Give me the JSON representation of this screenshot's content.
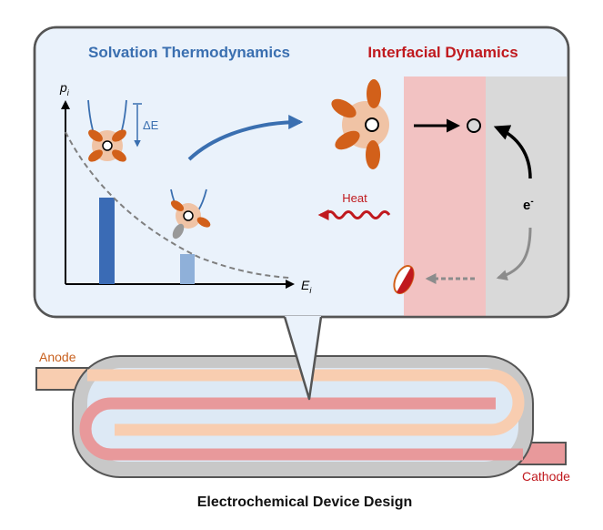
{
  "titles": {
    "solvation": "Solvation Thermodynamics",
    "interfacial": "Interfacial Dynamics",
    "device": "Electrochemical Device Design"
  },
  "axes": {
    "y": "p",
    "y_sub": "i",
    "x": "E",
    "x_sub": "i"
  },
  "labels": {
    "delta_e": "ΔE",
    "heat": "Heat",
    "electron": "e",
    "electron_sup": "-",
    "anode": "Anode",
    "cathode": "Cathode"
  },
  "colors": {
    "solvation_title": "#3a6fb0",
    "interfacial_title": "#c0191e",
    "bar_dark": "#3a6bb5",
    "bar_light": "#8fb0d9",
    "anion_orange": "#d2601a",
    "solvation_shell": "#f0c3a5",
    "electrolyte_pink": "#f2c2c2",
    "electrode_grey": "#d9d9d9",
    "cathode_red": "#e8999b",
    "anode_peach": "#f8cdb0",
    "heat_red": "#c0191e"
  }
}
